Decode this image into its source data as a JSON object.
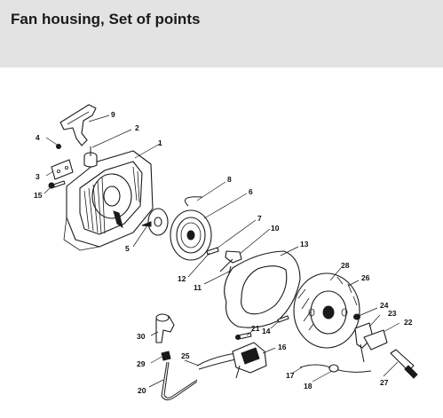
{
  "header": {
    "title": "Fan housing, Set of points",
    "background": "#e3e3e3"
  },
  "callouts": [
    "1",
    "2",
    "3",
    "4",
    "5",
    "6",
    "7",
    "8",
    "9",
    "10",
    "11",
    "12",
    "13",
    "14",
    "15",
    "16",
    "17",
    "18",
    "20",
    "21",
    "22",
    "23",
    "24",
    "25",
    "26",
    "27",
    "28",
    "29",
    "30"
  ]
}
